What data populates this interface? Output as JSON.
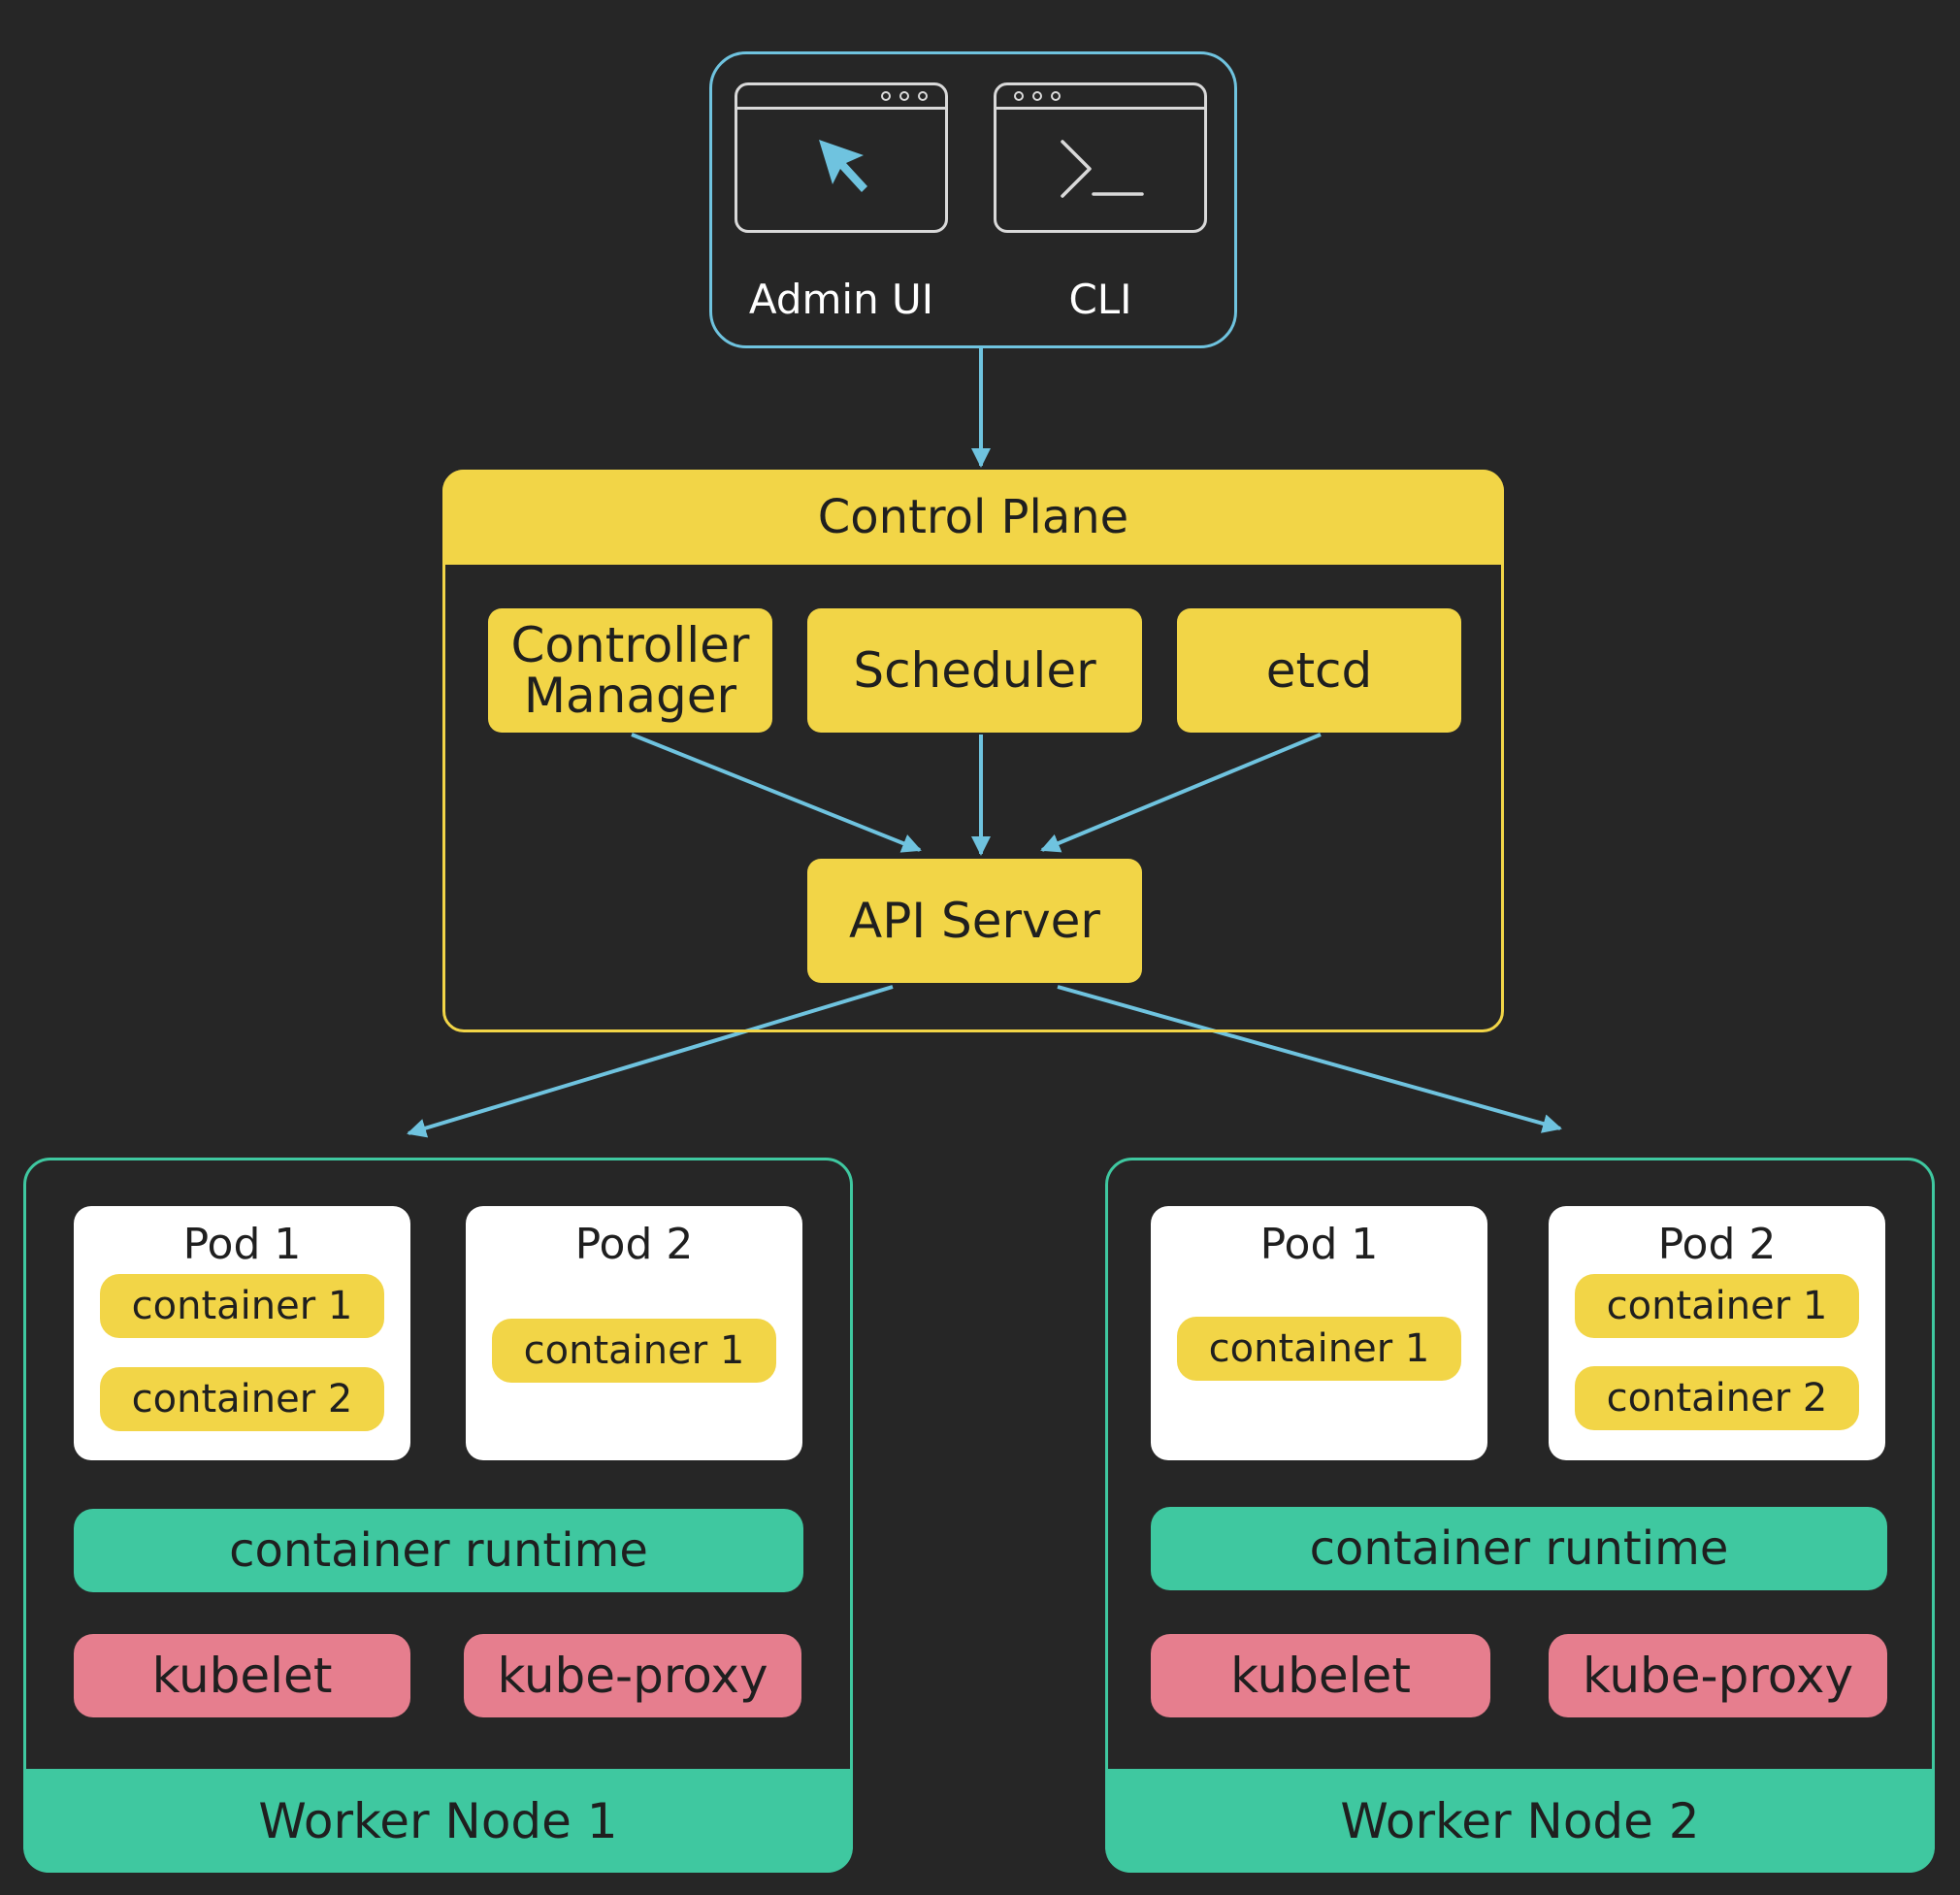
{
  "client": {
    "admin_ui_label": "Admin UI",
    "cli_label": "CLI"
  },
  "control_plane": {
    "title": "Control Plane",
    "controller_manager_line1": "Controller",
    "controller_manager_line2": "Manager",
    "scheduler": "Scheduler",
    "etcd": "etcd",
    "api_server": "API Server"
  },
  "worker_nodes": [
    {
      "title": "Worker Node 1",
      "pods": [
        {
          "title": "Pod 1",
          "containers": [
            "container 1",
            "container 2"
          ]
        },
        {
          "title": "Pod 2",
          "containers": [
            "container 1"
          ]
        }
      ],
      "runtime": "container runtime",
      "kubelet": "kubelet",
      "kube_proxy": "kube-proxy"
    },
    {
      "title": "Worker Node 2",
      "pods": [
        {
          "title": "Pod 1",
          "containers": [
            "container 1"
          ]
        },
        {
          "title": "Pod 2",
          "containers": [
            "container 1",
            "container 2"
          ]
        }
      ],
      "runtime": "container runtime",
      "kubelet": "kubelet",
      "kube_proxy": "kube-proxy"
    }
  ],
  "colors": {
    "background": "#262626",
    "client_border": "#6fc3df",
    "arrow": "#6fc3df",
    "control_plane": "#f2d547",
    "worker_node": "#3fc8a0",
    "agent": "#e67e8e",
    "pod": "#ffffff"
  }
}
